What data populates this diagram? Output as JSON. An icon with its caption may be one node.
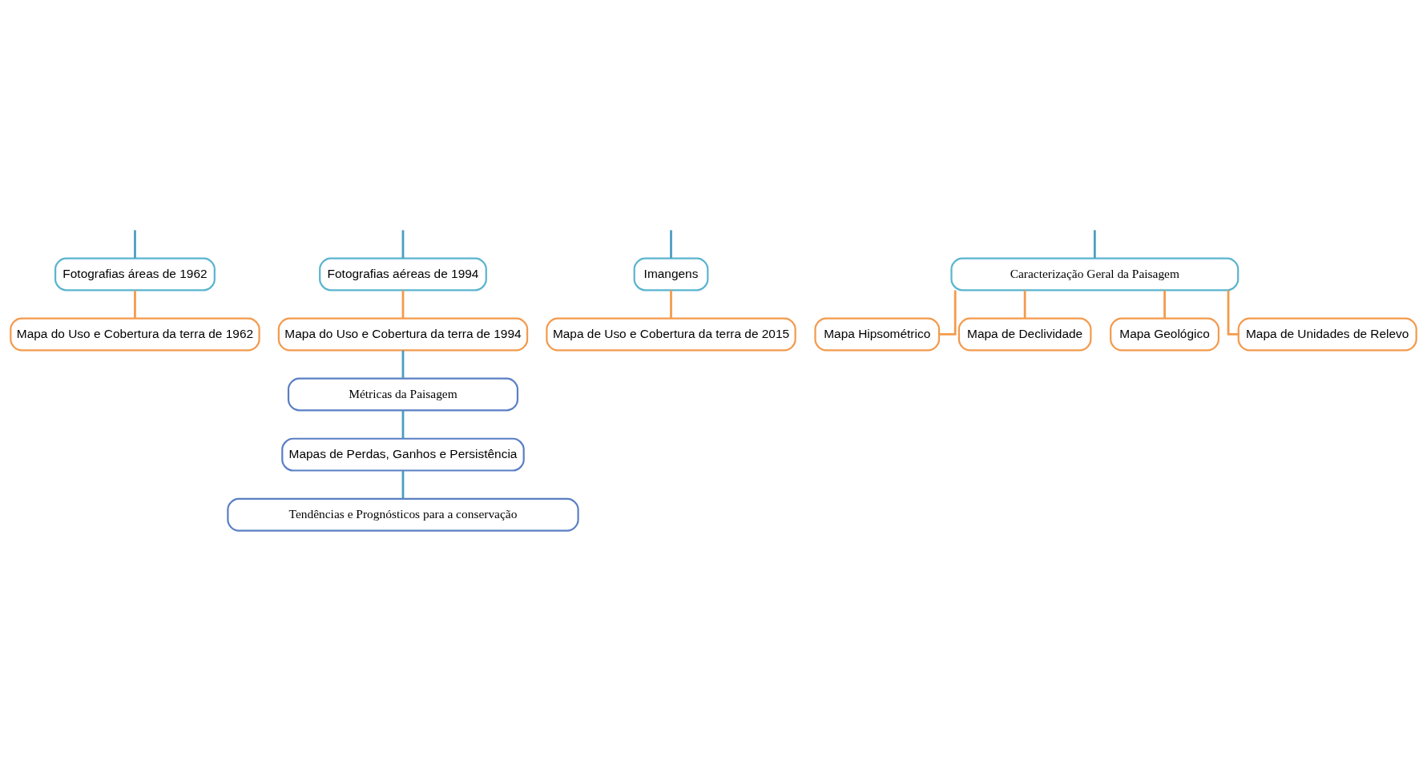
{
  "diagram": {
    "nodes": [
      {
        "text": [
          "Fotografias áreas de 1962"
        ]
      },
      {
        "text": [
          "Fotografias aéreas de 1994"
        ]
      },
      {
        "text": [
          "Imangens"
        ]
      },
      {
        "text": [
          "Caracterização Geral da Paisagem"
        ]
      },
      {
        "text": [
          "Mapa do Uso e Cobertura da terra de 1962"
        ]
      },
      {
        "text": [
          "Mapa do Uso e Cobertura da terra de 1994"
        ]
      },
      {
        "text": [
          "Mapa de Uso e Cobertura da terra de 2015"
        ]
      },
      {
        "text": [
          "Mapa Hipsométrico"
        ]
      },
      {
        "text": [
          "Mapa de Declividade"
        ]
      },
      {
        "text": [
          "Mapa Geológico"
        ]
      },
      {
        "text": [
          "Mapa de Unidades de Relevo"
        ]
      },
      {
        "text": [
          "Métricas da Paisagem"
        ]
      },
      {
        "text": [
          "Mapas de Perdas, Ganhos e Persistência"
        ]
      },
      {
        "text": [
          "Tendências e Prognósticos para a conservação"
        ]
      }
    ],
    "edges": [
      {
        "from": null,
        "to": 0,
        "arrow": "none"
      },
      {
        "from": null,
        "to": 1,
        "arrow": "none"
      },
      {
        "from": null,
        "to": 2,
        "arrow": "none"
      },
      {
        "from": null,
        "to": 3,
        "arrow": "none"
      },
      {
        "from": 0,
        "to": 4,
        "arrow": "none",
        "color": "#f39a4c"
      },
      {
        "from": 1,
        "to": 5,
        "arrow": "none",
        "color": "#f39a4c"
      },
      {
        "from": 2,
        "to": 6,
        "arrow": "none",
        "color": "#f39a4c"
      },
      {
        "from": 3,
        "to": 7,
        "arrow": "none",
        "color": "#f39a4c"
      },
      {
        "from": 3,
        "to": 8,
        "arrow": "none",
        "color": "#f39a4c"
      },
      {
        "from": 3,
        "to": 9,
        "arrow": "none",
        "color": "#f39a4c"
      },
      {
        "from": 3,
        "to": 10,
        "arrow": "none",
        "color": "#f39a4c"
      },
      {
        "from": 5,
        "to": 11,
        "arrow": "none"
      },
      {
        "from": 11,
        "to": 12,
        "arrow": "none"
      },
      {
        "from": 12,
        "to": 13,
        "arrow": "none"
      }
    ]
  }
}
